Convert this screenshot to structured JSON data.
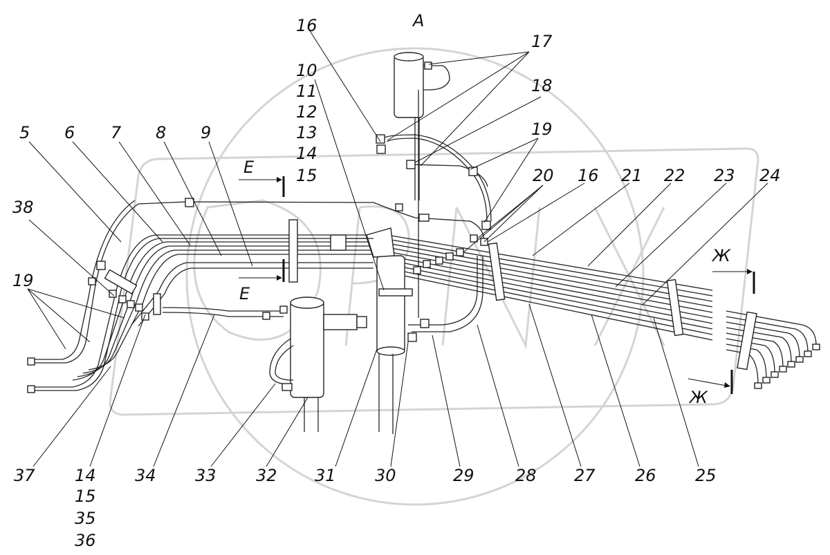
{
  "view_label": "А",
  "section_e": "Е",
  "section_zh": "Ж",
  "callouts": {
    "c5": "5",
    "c6": "6",
    "c7": "7",
    "c8": "8",
    "c9": "9",
    "c10": "10",
    "c11": "11",
    "c12": "12",
    "c13": "13",
    "c14a": "14",
    "c15a": "15",
    "c16a": "16",
    "c17": "17",
    "c18": "18",
    "c19a": "19",
    "c20": "20",
    "c16b": "16",
    "c21": "21",
    "c22": "22",
    "c23": "23",
    "c24": "24",
    "c38": "38",
    "c19b": "19",
    "c37": "37",
    "c14b": "14",
    "c15b": "15",
    "c35": "35",
    "c36": "36",
    "c34": "34",
    "c33": "33",
    "c32": "32",
    "c31": "31",
    "c30": "30",
    "c29": "29",
    "c28": "28",
    "c27": "27",
    "c26": "26",
    "c25": "25"
  },
  "colors": {
    "line": "#111111",
    "watermark": "#d4d4d4",
    "background": "#ffffff"
  }
}
